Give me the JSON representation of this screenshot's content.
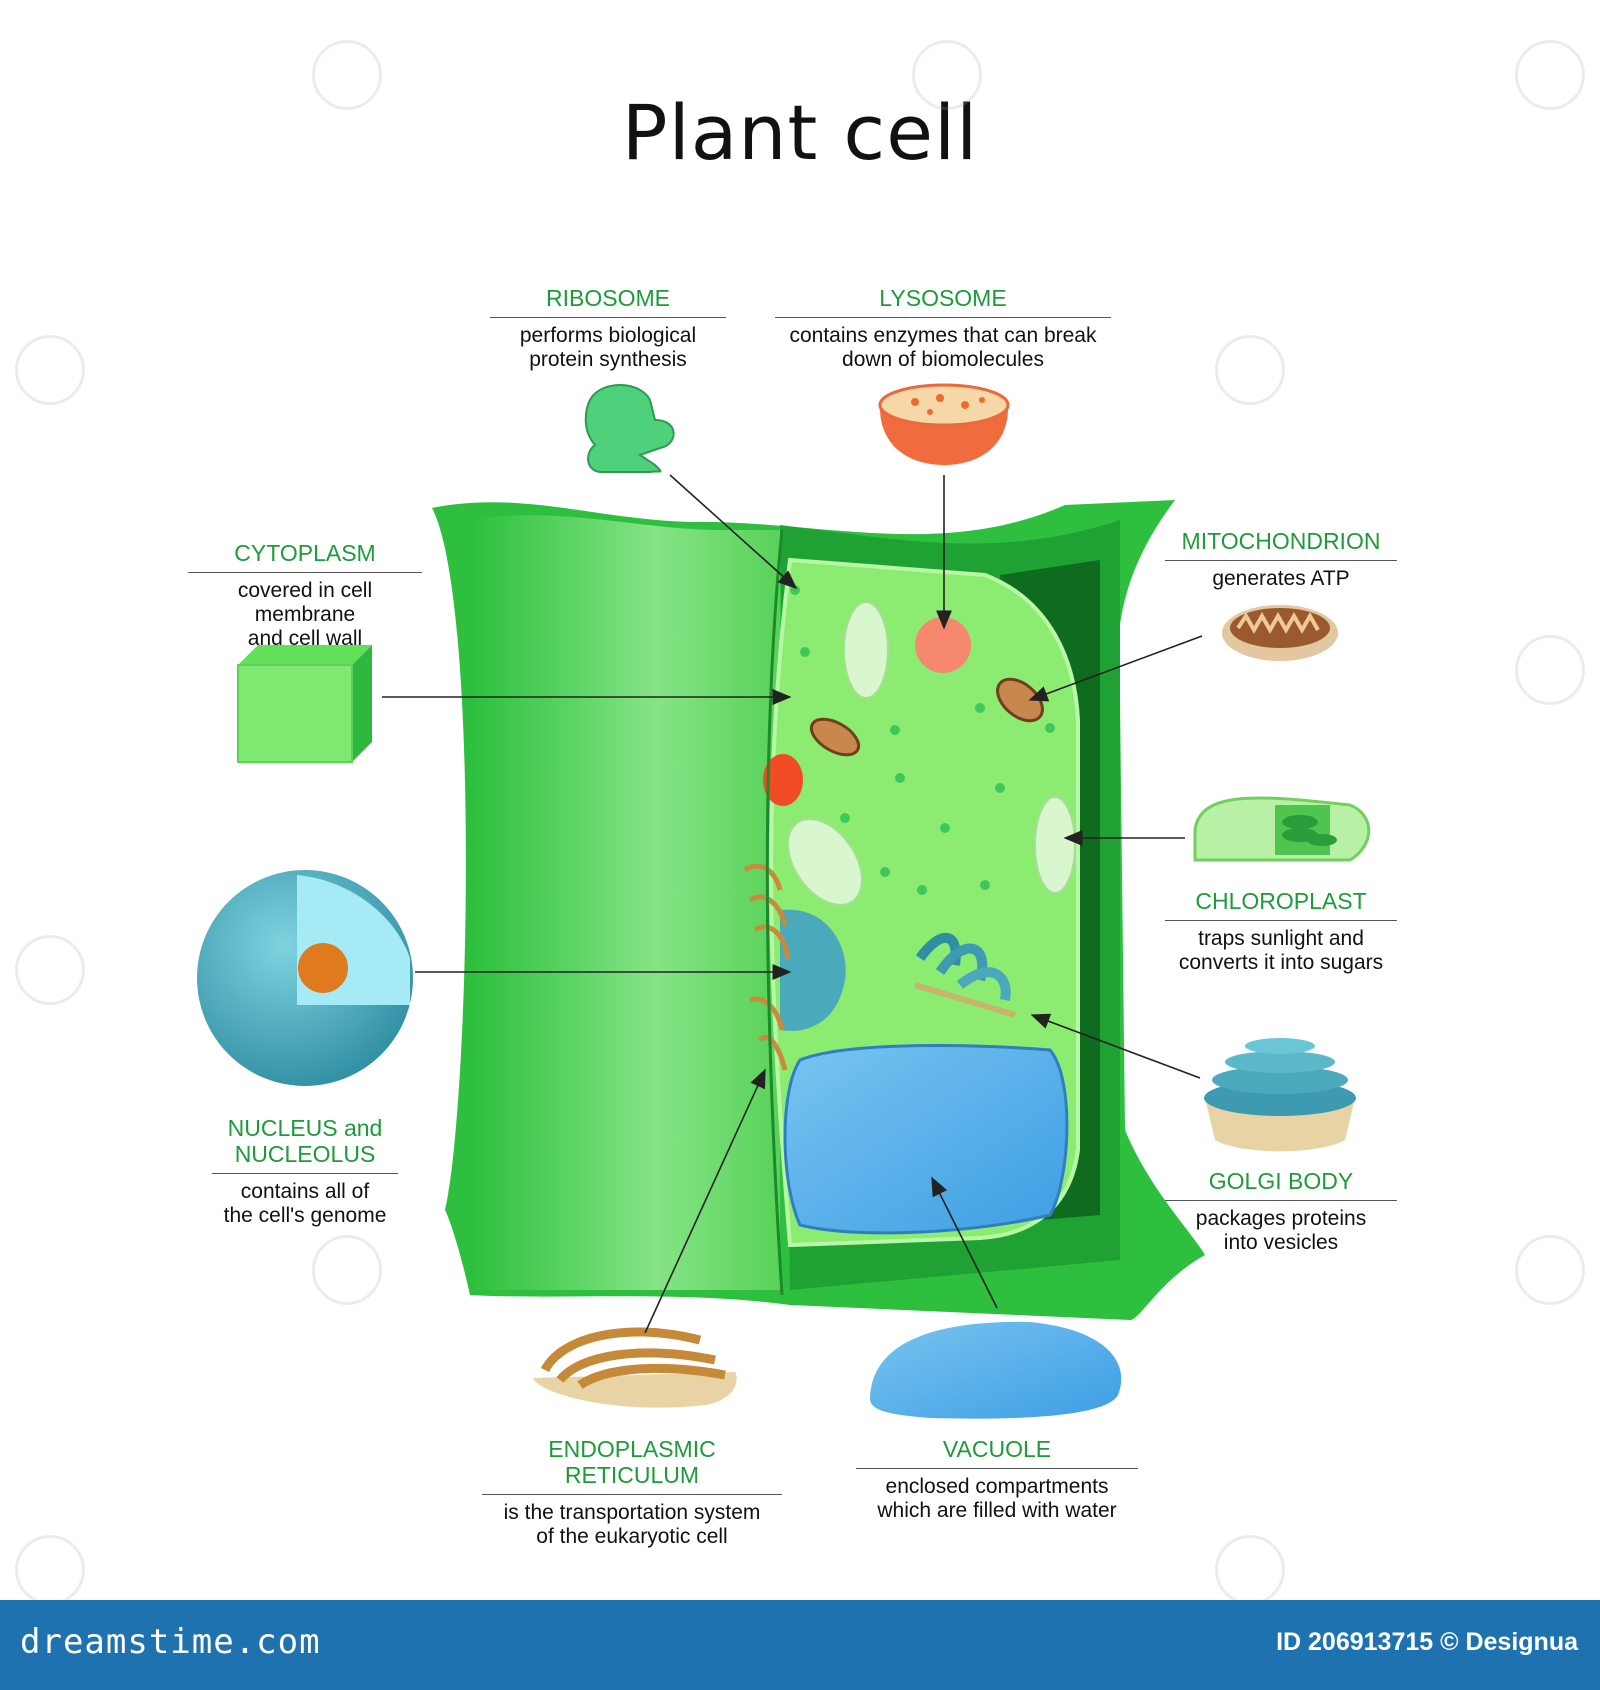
{
  "title": "Plant cell",
  "colors": {
    "label_green": "#1f9a3a",
    "wall_green": "#2fbf3f",
    "cytoplasm_green": "#8cec72",
    "vacuole_blue": "#4aa8e8",
    "nucleus_teal": "#4aa9bb",
    "footer_blue": "#1f72b0"
  },
  "labels": {
    "ribosome": {
      "name": "RIBOSOME",
      "desc": "performs biological\nprotein synthesis"
    },
    "lysosome": {
      "name": "LYSOSOME",
      "desc": "contains enzymes that can break\ndown of biomolecules"
    },
    "cytoplasm": {
      "name": "CYTOPLASM",
      "desc": "covered in cell membrane\nand cell wall"
    },
    "mitochondrion": {
      "name": "MITOCHONDRION",
      "desc": "generates ATP"
    },
    "chloroplast": {
      "name": "CHLOROPLAST",
      "desc": "traps sunlight and\nconverts it into sugars"
    },
    "nucleus": {
      "name": "NUCLEUS and\nNUCLEOLUS",
      "desc": "contains all of\nthe cell's genome"
    },
    "golgi": {
      "name": "GOLGI BODY",
      "desc": "packages proteins\ninto vesicles"
    },
    "er": {
      "name": "ENDOPLASMIC RETICULUM",
      "desc": "is the transportation system\nof the eukaryotic cell"
    },
    "vacuole": {
      "name": "VACUOLE",
      "desc": "enclosed compartments\nwhich are filled with water"
    }
  },
  "footer": {
    "brand": "dreamstime.com",
    "image_id": "ID 206913715 © Designua"
  }
}
